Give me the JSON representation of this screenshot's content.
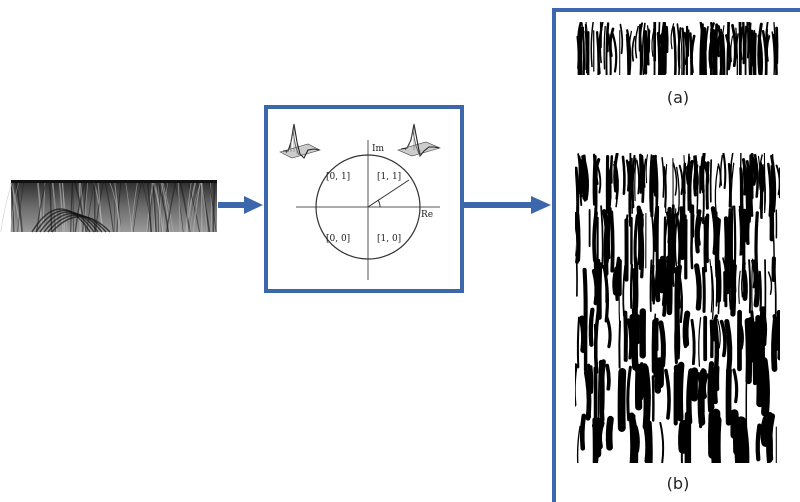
{
  "diagram": {
    "colors": {
      "frame": "#3d67ad",
      "arrow": "#3d67ad",
      "ink": "#111111"
    },
    "input": {
      "description_icon": "iris-strip-image"
    },
    "transform": {
      "axis_imag": "Im",
      "axis_real": "Re",
      "quadrants": {
        "q1": "[1, 1]",
        "q2": "[0, 1]",
        "q3": "[0, 0]",
        "q4": "[1, 0]"
      }
    },
    "output": {
      "caption_a": "(a)",
      "caption_b": "(b)"
    }
  }
}
